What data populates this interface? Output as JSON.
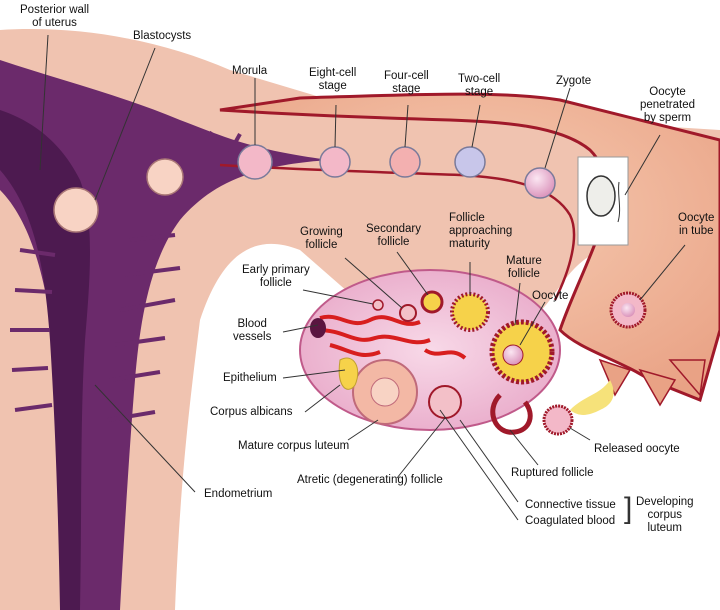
{
  "labels": {
    "posterior_wall": "Posterior wall\nof uterus",
    "blastocysts": "Blastocysts",
    "morula": "Morula",
    "eight_cell": "Eight-cell\nstage",
    "four_cell": "Four-cell\nstage",
    "two_cell": "Two-cell\nstage",
    "zygote": "Zygote",
    "oocyte_penetrated": "Oocyte\npenetrated\nby sperm",
    "oocyte_in_tube": "Oocyte\nin tube",
    "growing_follicle": "Growing\nfollicle",
    "secondary_follicle": "Secondary\nfollicle",
    "follicle_approaching": "Follicle\napproaching\nmaturity",
    "mature_follicle": "Mature\nfollicle",
    "oocyte": "Oocyte",
    "early_primary": "Early primary\nfollicle",
    "blood_vessels": "Blood\nvessels",
    "epithelium": "Epithelium",
    "corpus_albicans": "Corpus albicans",
    "mature_corpus_luteum": "Mature corpus luteum",
    "atretic_follicle": "Atretic (degenerating) follicle",
    "endometrium": "Endometrium",
    "released_oocyte": "Released oocyte",
    "ruptured_follicle": "Ruptured follicle",
    "connective_tissue": "Connective tissue",
    "coagulated_blood": "Coagulated blood",
    "developing_corpus_luteum": "Developing\ncorpus\nluteum"
  },
  "colors": {
    "uterus_wall": "#6b2a6b",
    "tube_tissue": "#f1b89a",
    "tube_outline": "#a0192a",
    "ovary": "#f3c7dc",
    "blood_vessel": "#d81e1e",
    "corpus_luteum": "#f6d24a",
    "oocyte": "#f4d4e8"
  }
}
